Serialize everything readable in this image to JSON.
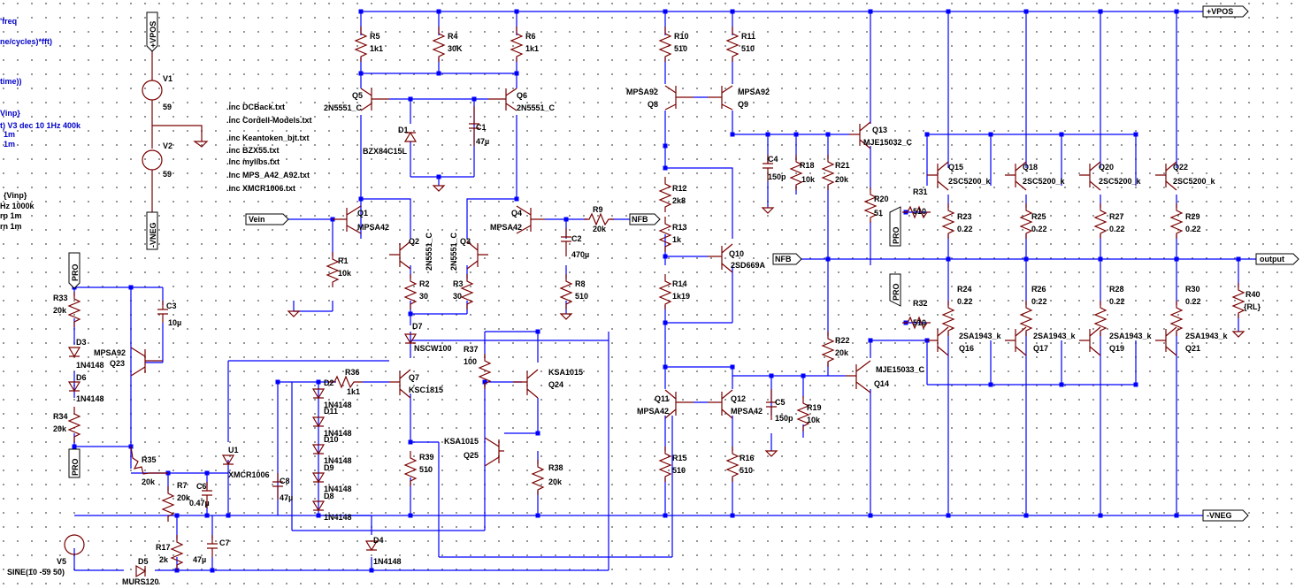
{
  "directives": [
    ".inc DCBack.txt",
    ".inc Cordell-Models.txt",
    ".inc Keantoken_bjt.txt",
    ".inc BZX55.txt",
    ".inc mylibs.txt",
    ".inc MPS_A42_A92.txt",
    ".inc XMCR1006.txt"
  ],
  "left_text": [
    "'freq",
    "ne/cycles)*fft)",
    "time))",
    "Vinp}",
    "t) V3 dec 10 1Hz 400k",
    "1m",
    "1m",
    "{Vinp}",
    "Hz 1000k",
    "rp 1m",
    "rn 1m"
  ],
  "nets": {
    "vpos": "+VPOS",
    "vneg": "-VNEG",
    "pro": "PRO",
    "vein": "Vein",
    "nfb": "NFB",
    "output": "output"
  },
  "sources": {
    "v1_name": "V1",
    "v1_value": "59",
    "v2_name": "V2",
    "v2_value": "59",
    "v5_name": "V5",
    "v5_value": "SINE(10 -59 50)"
  },
  "resistors": [
    {
      "name": "R5",
      "value": "1k1"
    },
    {
      "name": "R4",
      "value": "30K"
    },
    {
      "name": "R6",
      "value": "1k1"
    },
    {
      "name": "R10",
      "value": "510"
    },
    {
      "name": "R11",
      "value": "510"
    },
    {
      "name": "R12",
      "value": "2k8"
    },
    {
      "name": "R13",
      "value": "1k"
    },
    {
      "name": "R14",
      "value": "1k19"
    },
    {
      "name": "R15",
      "value": "510"
    },
    {
      "name": "R16",
      "value": "510"
    },
    {
      "name": "R18",
      "value": "10k"
    },
    {
      "name": "R21",
      "value": "20k"
    },
    {
      "name": "R20",
      "value": "51"
    },
    {
      "name": "R31",
      "value": "510"
    },
    {
      "name": "R22",
      "value": "20k"
    },
    {
      "name": "R32",
      "value": "510"
    },
    {
      "name": "R19",
      "value": "10k"
    },
    {
      "name": "R1",
      "value": "10k"
    },
    {
      "name": "R2",
      "value": "30"
    },
    {
      "name": "R3",
      "value": "30"
    },
    {
      "name": "R8",
      "value": "510"
    },
    {
      "name": "R9",
      "value": "20k"
    },
    {
      "name": "R33",
      "value": "20k"
    },
    {
      "name": "R34",
      "value": "20k"
    },
    {
      "name": "R35",
      "value": "20k"
    },
    {
      "name": "R7",
      "value": "20k"
    },
    {
      "name": "R17",
      "value": "2k"
    },
    {
      "name": "R36",
      "value": "1k1"
    },
    {
      "name": "R37",
      "value": "100"
    },
    {
      "name": "R38",
      "value": "20k"
    },
    {
      "name": "R39",
      "value": "510"
    },
    {
      "name": "R23",
      "value": "0.22"
    },
    {
      "name": "R24",
      "value": "0.22"
    },
    {
      "name": "R25",
      "value": "0.22"
    },
    {
      "name": "R26",
      "value": "0.22"
    },
    {
      "name": "R27",
      "value": "0.22"
    },
    {
      "name": "R28",
      "value": "0.22"
    },
    {
      "name": "R29",
      "value": "0.22"
    },
    {
      "name": "R30",
      "value": "0.22"
    },
    {
      "name": "R40",
      "value": "{RL}"
    }
  ],
  "capacitors": [
    {
      "name": "C1",
      "value": "47µ"
    },
    {
      "name": "C2",
      "value": "470µ"
    },
    {
      "name": "C4",
      "value": "150p"
    },
    {
      "name": "C5",
      "value": "150p"
    },
    {
      "name": "C3",
      "value": "10µ"
    },
    {
      "name": "C6",
      "value": "0.47µ"
    },
    {
      "name": "C7",
      "value": "47µ"
    },
    {
      "name": "C8",
      "value": "47µ"
    }
  ],
  "transistors": [
    {
      "name": "Q5",
      "model": "2N5551_C"
    },
    {
      "name": "Q6",
      "model": "2N5551_C"
    },
    {
      "name": "Q8",
      "model": "MPSA92"
    },
    {
      "name": "Q9",
      "model": "MPSA92"
    },
    {
      "name": "Q13",
      "model": "MJE15032_C"
    },
    {
      "name": "Q1",
      "model": "MPSA42"
    },
    {
      "name": "Q2",
      "model": "2N5551_C"
    },
    {
      "name": "Q3",
      "model": "2N5551_C"
    },
    {
      "name": "Q4",
      "model": "MPSA42"
    },
    {
      "name": "Q10",
      "model": "2SD669A"
    },
    {
      "name": "Q11",
      "model": "MPSA42"
    },
    {
      "name": "Q12",
      "model": "MPSA42"
    },
    {
      "name": "Q14",
      "model": "MJE15033_C"
    },
    {
      "name": "Q7",
      "model": "KSC1815"
    },
    {
      "name": "Q24",
      "model": "KSA1015"
    },
    {
      "name": "Q25",
      "model": "KSA1015"
    },
    {
      "name": "Q23",
      "model": "MPSA92"
    },
    {
      "name": "Q15",
      "model": "2SC5200_k"
    },
    {
      "name": "Q18",
      "model": "2SC5200_k"
    },
    {
      "name": "Q20",
      "model": "2SC5200_k"
    },
    {
      "name": "Q22",
      "model": "2SC5200_k"
    },
    {
      "name": "Q16",
      "model": "2SA1943_k"
    },
    {
      "name": "Q17",
      "model": "2SA1943_k"
    },
    {
      "name": "Q19",
      "model": "2SA1943_k"
    },
    {
      "name": "Q21",
      "model": "2SA1943_k"
    }
  ],
  "diodes": [
    {
      "name": "D1",
      "model": "BZX84C15L"
    },
    {
      "name": "D7",
      "model": "NSCW100"
    },
    {
      "name": "D3",
      "model": "1N4148"
    },
    {
      "name": "D6",
      "model": "1N4148"
    },
    {
      "name": "D2",
      "model": "1N4148"
    },
    {
      "name": "D11",
      "model": "1N4148"
    },
    {
      "name": "D10",
      "model": "1N4148"
    },
    {
      "name": "D9",
      "model": "1N4148"
    },
    {
      "name": "D8",
      "model": "1N4148"
    },
    {
      "name": "D4",
      "model": "1N4148"
    },
    {
      "name": "D5",
      "model": "MURS120"
    },
    {
      "name": "U1",
      "model": "XMCR1006"
    }
  ]
}
